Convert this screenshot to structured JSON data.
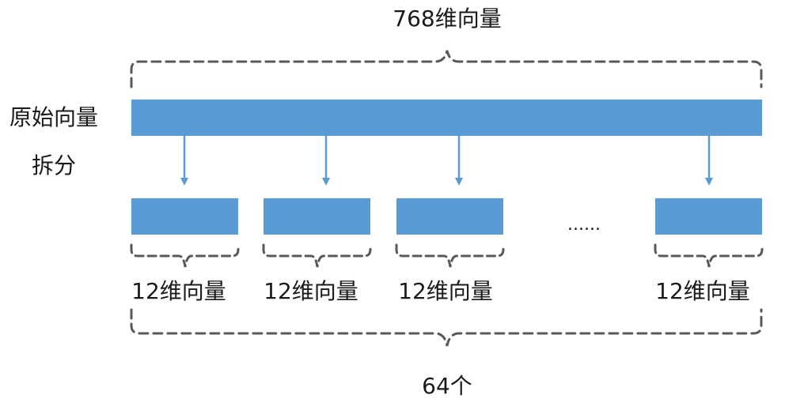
{
  "top_label": "768维向量",
  "row_label_original": "原始向量",
  "row_label_split": "拆分",
  "ellipsis": "......",
  "segment_labels": [
    "12维向量",
    "12维向量",
    "12维向量",
    "12维向量"
  ],
  "bottom_label": "64个",
  "colors": {
    "block": "#5b9bd5",
    "brace": "#595959",
    "text": "#1a1a1a"
  }
}
